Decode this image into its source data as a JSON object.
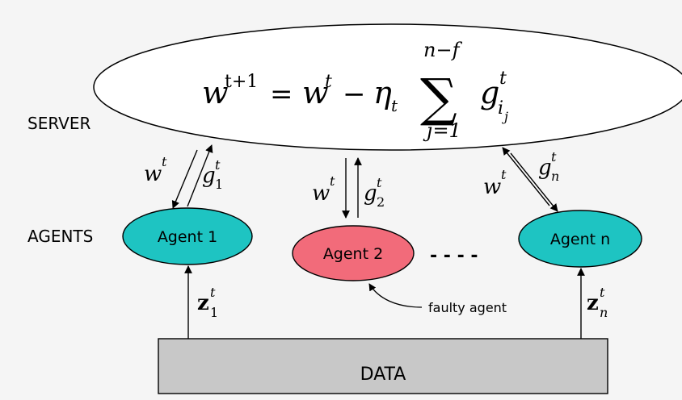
{
  "server": {
    "label": "SERVER",
    "formula": {
      "lhs_base": "w",
      "lhs_sup": "t+1",
      "equals": "=",
      "w_base": "w",
      "w_sup": "t",
      "minus": "−",
      "eta": "η",
      "eta_sub": "t",
      "sigma": "∑",
      "upper_limit": "n−f",
      "lower_limit": "j=1",
      "g_base": "g",
      "g_sup": "t",
      "g_sub_i": "i",
      "g_sub_j": "j"
    }
  },
  "agents_label": "AGENTS",
  "agents": [
    {
      "label": "Agent 1",
      "color": "#1ec4c2",
      "down": {
        "base": "w",
        "sup": "t"
      },
      "up": {
        "base": "g",
        "sup": "t",
        "sub": "1"
      },
      "data": {
        "base": "z",
        "sup": "t",
        "sub": "1"
      }
    },
    {
      "label": "Agent 2",
      "color": "#f26b7a",
      "down": {
        "base": "w",
        "sup": "t"
      },
      "up": {
        "base": "g",
        "sup": "t",
        "sub": "2"
      }
    },
    {
      "label": "Agent n",
      "color": "#1ec4c2",
      "down": {
        "base": "w",
        "sup": "t"
      },
      "up": {
        "base": "g",
        "sup": "t",
        "sub": "n"
      },
      "data": {
        "base": "z",
        "sup": "t",
        "sub": "n"
      }
    }
  ],
  "ellipsis": "- - - -",
  "faulty_label": "faulty agent",
  "data_box": {
    "label": "DATA",
    "color": "#c8c8c8"
  },
  "background": "#f5f5f5"
}
